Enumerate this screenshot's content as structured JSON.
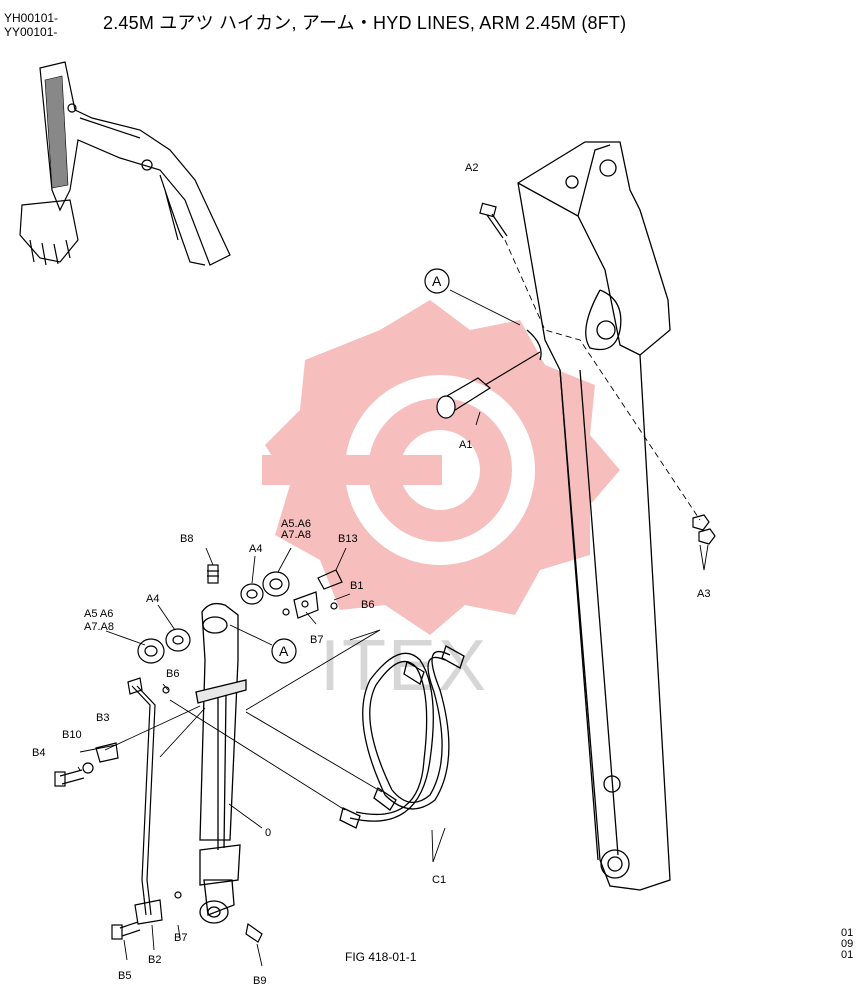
{
  "header": {
    "serials": [
      "YH00101-",
      "YY00101-"
    ],
    "title": "2.45M ユアツ ハイカン, アーム・HYD LINES, ARM  2.45M (8FT)"
  },
  "watermark": {
    "text": "ITEX",
    "color": "#f2a6a6"
  },
  "figure_caption": "FIG 418-01-1",
  "page_code": [
    "01",
    "09",
    "01"
  ],
  "callouts": {
    "A": "A",
    "A1": "A1",
    "A2": "A2",
    "A3": "A3",
    "A4": "A4",
    "A5A6": "A5.A6",
    "A7A8": "A7.A8",
    "A5A6_left": "A5 A6",
    "A7A8_left": "A7.A8",
    "B1": "B1",
    "B2": "B2",
    "B3": "B3",
    "B4": "B4",
    "B5": "B5",
    "B6": "B6",
    "B7": "B7",
    "B8": "B8",
    "B9": "B9",
    "B10": "B10",
    "B13": "B13",
    "C1": "C1",
    "zero": "0"
  }
}
